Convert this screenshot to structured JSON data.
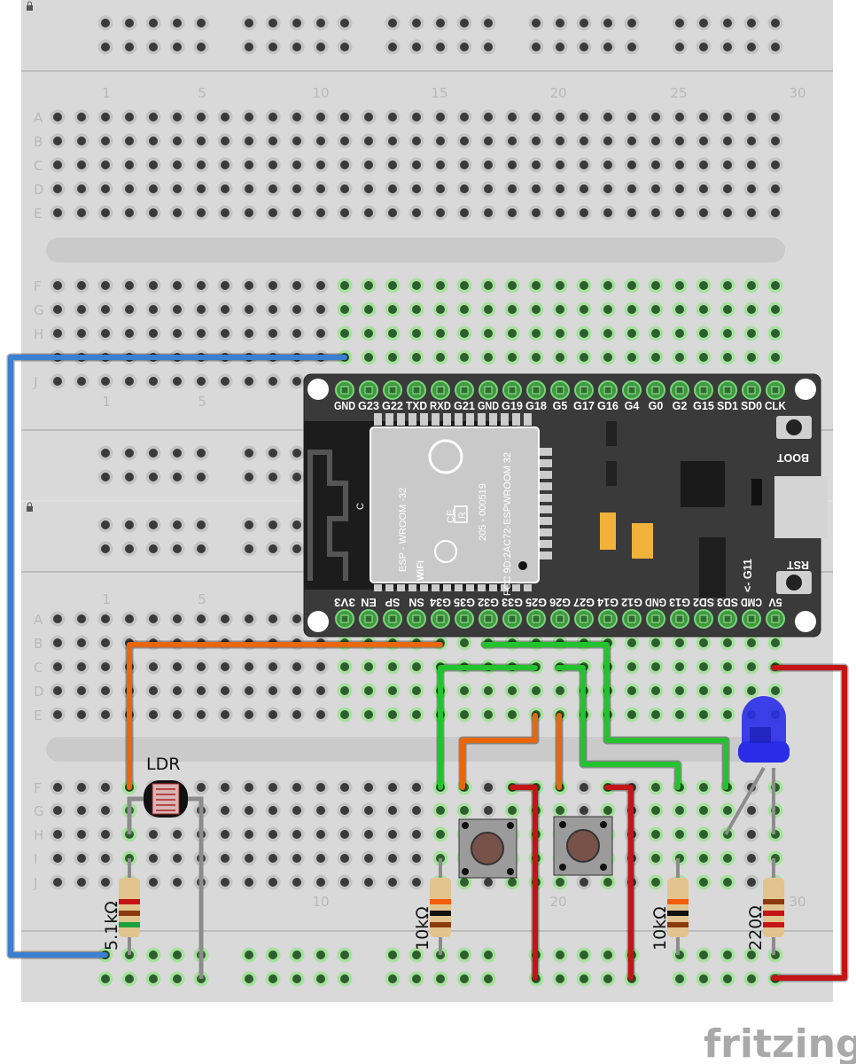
{
  "breadboard": {
    "row_letters_top": [
      "A",
      "B",
      "C",
      "D",
      "E"
    ],
    "row_letters_bottom": [
      "F",
      "G",
      "H",
      "I",
      "J"
    ],
    "column_numbers": [
      "1",
      "5",
      "10",
      "15",
      "20",
      "25",
      "30"
    ]
  },
  "esp32": {
    "top_pins": [
      "GND",
      "G23",
      "G22",
      "TXD",
      "RXD",
      "G21",
      "GND",
      "G19",
      "G18",
      "G5",
      "G17",
      "G16",
      "G4",
      "G0",
      "G2",
      "G15",
      "SD1",
      "SD0",
      "CLK"
    ],
    "bottom_pins": [
      "3V3",
      "EN",
      "SP",
      "SN",
      "G34",
      "G35",
      "G32",
      "G33",
      "G25",
      "G26",
      "G27",
      "G14",
      "G12",
      "GND",
      "G13",
      "SD2",
      "SD3",
      "CMD",
      "5V"
    ],
    "module_name": "ESP - WROOM -32",
    "module_id": "205 - 000519",
    "fcc": "FCC 9D:2AC72-ESPWROOM 32",
    "antenna_mark": "C",
    "boot_label": "BOOT",
    "rst_label": "RST",
    "g11_label": "<- G11",
    "wifi_mark": "WiFi",
    "ce_mark": "CE",
    "r_mark": "R"
  },
  "components": {
    "ldr_label": "LDR",
    "r_ldr": "5.1kΩ",
    "r_btn1": "10kΩ",
    "r_btn2": "10kΩ",
    "r_led": "220Ω"
  },
  "logo": "fritzing",
  "colors": {
    "board": "#d9d9d9",
    "wire_blue": "#3a7fd1",
    "wire_orange": "#e8670c",
    "wire_green": "#22c32e",
    "wire_red": "#c41414",
    "led": "#2a2de8",
    "esp": "#3a3a3a"
  }
}
